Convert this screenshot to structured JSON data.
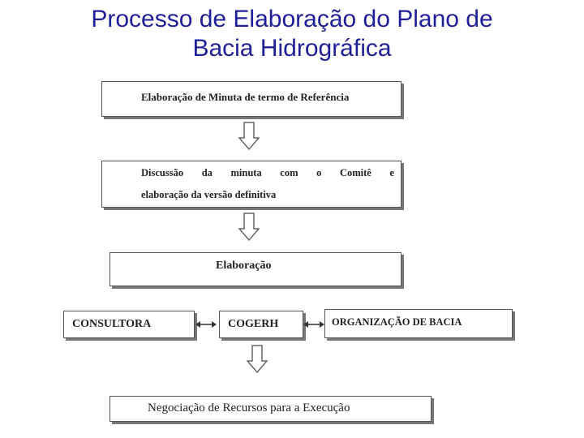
{
  "title": {
    "line1": "Processo de Elaboração do Plano de",
    "line2": "Bacia Hidrográfica"
  },
  "flow": {
    "box1": "Elaboração de Minuta de termo de Referência",
    "box2_line1_words": [
      "Discussão",
      "da",
      "minuta",
      "com",
      "o",
      "Comitê",
      "e"
    ],
    "box2_line2": "elaboração da versão definitiva",
    "box3": "Elaboração",
    "consultora": "CONSULTORA",
    "cogerh": "COGERH",
    "organizacao": "ORGANIZAÇÃO DE BACIA",
    "box5": "Negociação de Recursos para a Execução"
  },
  "colors": {
    "title": "#1f1f99",
    "border": "#555555",
    "text": "#222222"
  }
}
